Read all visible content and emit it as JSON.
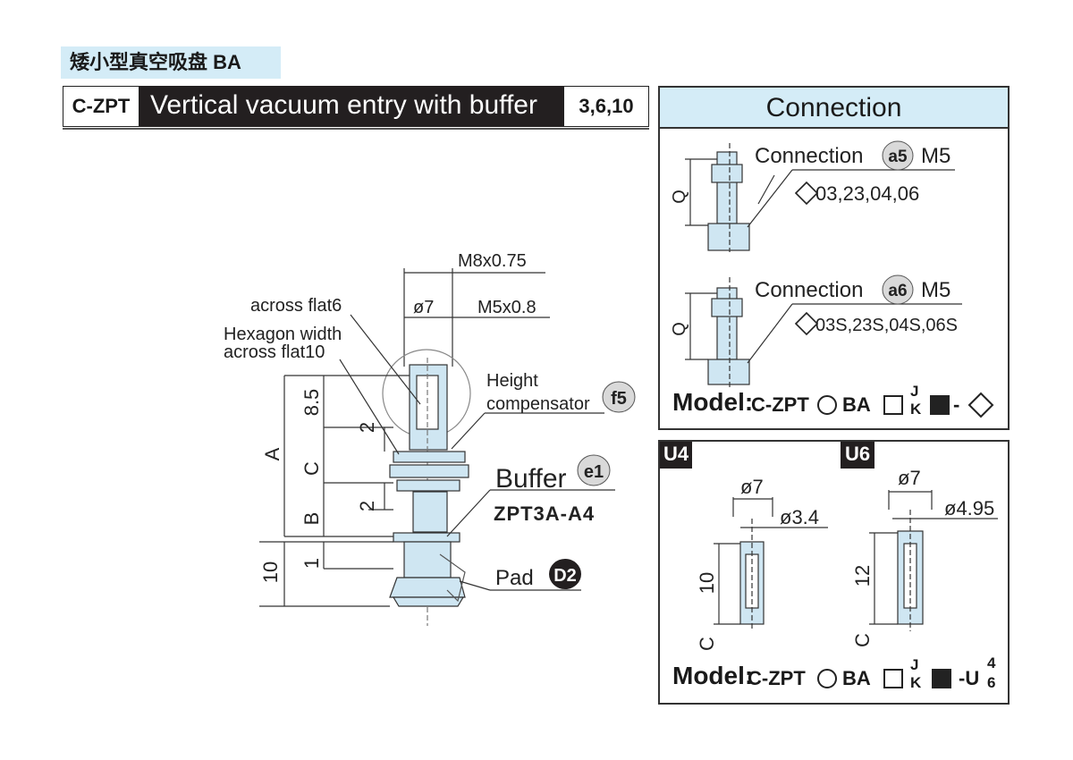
{
  "header": {
    "category_jp": "矮小型真空吸盘 BA",
    "code": "C-ZPT",
    "title": "Vertical vacuum entry with buffer",
    "sizes": "3,6,10"
  },
  "main_drawing": {
    "thread_outer": "M8x0.75",
    "diameter": "ø7",
    "thread_inner": "M5x0.8",
    "across_flat": "across flat6",
    "hexagon_line1": "Hexagon width",
    "hexagon_line2": "across flat10",
    "height_comp_line1": "Height",
    "height_comp_line2": "compensator",
    "height_comp_badge": "f5",
    "buffer_label": "Buffer",
    "buffer_badge": "e1",
    "buffer_part": "ZPT3A-A4",
    "pad_label": "Pad",
    "pad_badge": "D2",
    "dims": {
      "top": "8.5",
      "a": "A",
      "c": "C",
      "b": "B",
      "two_upper": "2",
      "two_lower": "2",
      "one": "1",
      "ten": "10"
    }
  },
  "connection": {
    "heading": "Connection",
    "a5": {
      "label": "Connection",
      "badge": "a5",
      "thread": "M5",
      "options": "03,23,04,06",
      "dim": "Q"
    },
    "a6": {
      "label": "Connection",
      "badge": "a6",
      "thread": "M5",
      "options": "03S,23S,04S,06S",
      "dim": "Q"
    },
    "model": {
      "prefix": "Model:",
      "code": "C-ZPT",
      "ba": "BA",
      "j": "J",
      "k": "K",
      "dash": "-"
    }
  },
  "u_options": {
    "u4": {
      "tag": "U4",
      "d_outer": "ø7",
      "d_inner": "ø3.4",
      "height": "10",
      "c": "C"
    },
    "u6": {
      "tag": "U6",
      "d_outer": "ø7",
      "d_inner": "ø4.95",
      "height": "12",
      "c": "C"
    },
    "model": {
      "prefix": "Model:",
      "code": "C-ZPT",
      "ba": "BA",
      "j": "J",
      "k": "K",
      "suffix": "-U",
      "opt_top": "4",
      "opt_bottom": "6"
    }
  },
  "colors": {
    "header_bg": "#231f20",
    "accent_light_blue": "#d4ecf7",
    "part_fill": "#cfe6f2",
    "line": "#333333"
  }
}
